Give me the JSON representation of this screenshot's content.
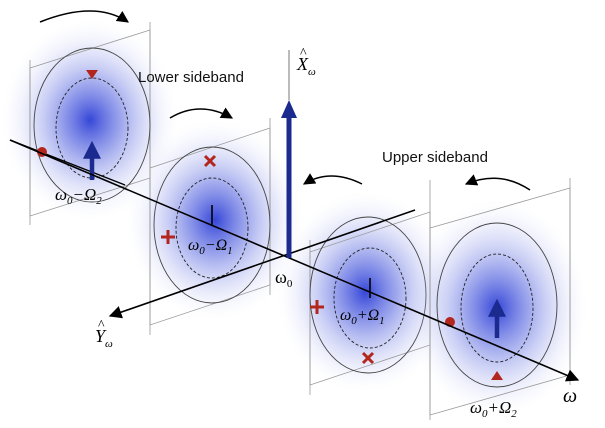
{
  "labels": {
    "lower_sideband": "Lower sideband",
    "upper_sideband": "Upper sideband"
  },
  "axes": {
    "x_axis_hat": "X",
    "x_axis_sub": "ω",
    "y_axis_hat": "Y",
    "y_axis_sub": "ω",
    "omega_axis": "ω",
    "center_base": "ω",
    "center_sub": "0"
  },
  "sidebands": {
    "lower_far": {
      "base": "ω",
      "base_sub": "0",
      "op": "−Ω",
      "op_sub": "2"
    },
    "lower_near": {
      "base": "ω",
      "base_sub": "0",
      "op": "−Ω",
      "op_sub": "1"
    },
    "upper_near": {
      "base": "ω",
      "base_sub": "0",
      "op": "+Ω",
      "op_sub": "1"
    },
    "upper_far": {
      "base": "ω",
      "base_sub": "0",
      "op": "+Ω",
      "op_sub": "2"
    }
  },
  "colors": {
    "accent_blue": "#1a2a8f",
    "marker_red": "#b3261e",
    "cloud_blue": "#2b3dd6"
  },
  "markers": {
    "lower_far": "triangle-down-icon",
    "lower_far_side": "circle-icon",
    "lower_near_top": "cross-icon",
    "lower_near_side": "plus-icon",
    "upper_near_side": "plus-icon",
    "upper_near_bottom": "cross-icon",
    "upper_far_side": "circle-icon",
    "upper_far_bottom": "triangle-up-icon"
  }
}
